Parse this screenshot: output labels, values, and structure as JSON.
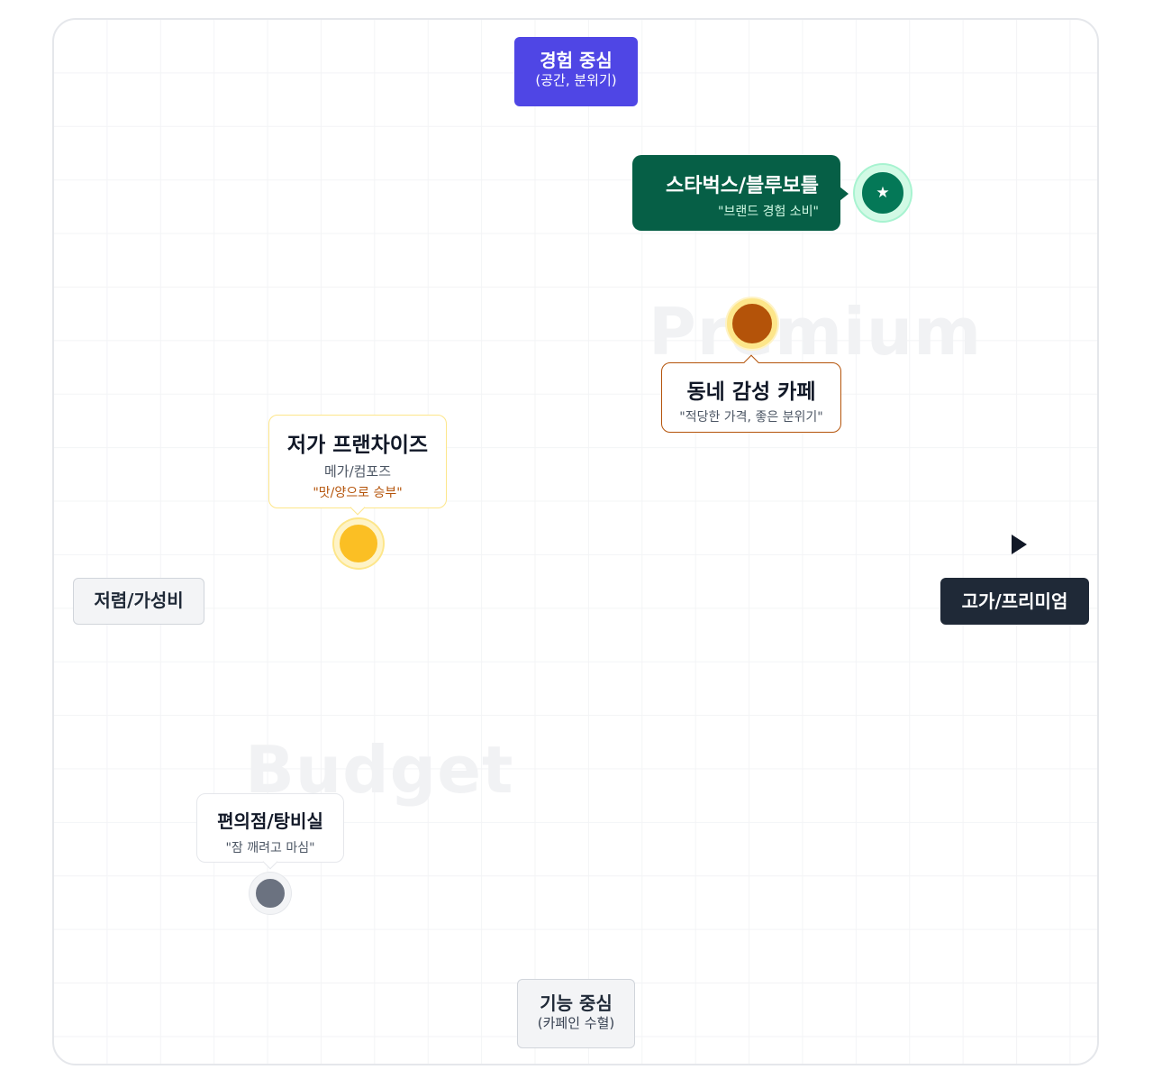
{
  "watermarks": {
    "premium": "Premium",
    "budget": "Budget"
  },
  "axes": {
    "top": {
      "title": "경험 중심",
      "subtitle": "(공간, 분위기)"
    },
    "bottom": {
      "title": "기능 중심",
      "subtitle": "(카페인 수혈)"
    },
    "left": {
      "label": "저렴/가성비"
    },
    "right": {
      "label": "고가/프리미엄"
    }
  },
  "points": {
    "starbucks": {
      "title": "스타벅스/블루보틀",
      "quote": "\"브랜드 경험 소비\"",
      "icon": "star-icon",
      "color": "#047857"
    },
    "local_cafe": {
      "title": "동네 감성 카페",
      "quote": "\"적당한 가격, 좋은 분위기\"",
      "color": "#b45309"
    },
    "budget_franchise": {
      "title": "저가 프랜차이즈",
      "brands": "메가/컴포즈",
      "quote": "\"맛/양으로 승부\"",
      "color": "#fbbf24"
    },
    "convenience": {
      "title": "편의점/탕비실",
      "quote": "\"잠 깨려고 마심\"",
      "color": "#6b7280"
    }
  },
  "colors": {
    "accent": "#4f46e5",
    "dark": "#1f2937"
  }
}
